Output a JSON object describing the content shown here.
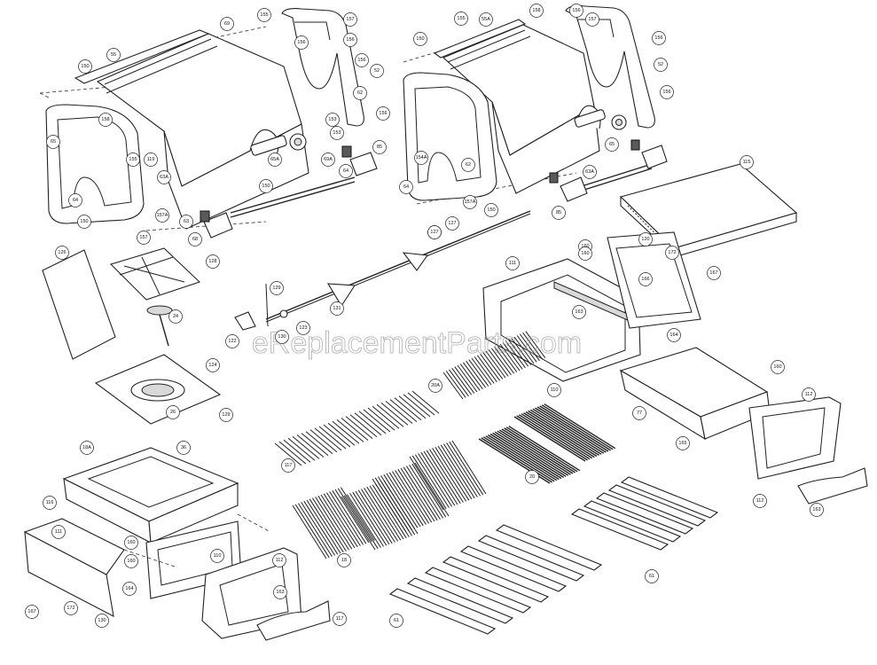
{
  "watermark": "eReplacementParts.com",
  "callouts": [
    {
      "id": "c1",
      "label": "69"
    },
    {
      "id": "c2",
      "label": "155"
    },
    {
      "id": "c3",
      "label": "156"
    },
    {
      "id": "c4",
      "label": "157"
    },
    {
      "id": "c5",
      "label": "150"
    },
    {
      "id": "c6",
      "label": "55"
    },
    {
      "id": "c7",
      "label": "158"
    },
    {
      "id": "c8",
      "label": "156"
    },
    {
      "id": "c9",
      "label": "52"
    },
    {
      "id": "c10",
      "label": "156"
    },
    {
      "id": "c11",
      "label": "153"
    },
    {
      "id": "c12",
      "label": "156"
    },
    {
      "id": "c13",
      "label": "62"
    },
    {
      "id": "c14",
      "label": "119"
    },
    {
      "id": "c15",
      "label": "155"
    },
    {
      "id": "c16",
      "label": "153"
    },
    {
      "id": "c17",
      "label": "64"
    },
    {
      "id": "c18",
      "label": "65"
    },
    {
      "id": "c19",
      "label": "63A"
    },
    {
      "id": "c20",
      "label": "157A"
    },
    {
      "id": "c21",
      "label": "63"
    },
    {
      "id": "c22",
      "label": "85"
    },
    {
      "id": "c23",
      "label": "150"
    },
    {
      "id": "c24",
      "label": "64"
    },
    {
      "id": "c25",
      "label": "68"
    },
    {
      "id": "c26",
      "label": "157"
    },
    {
      "id": "c27",
      "label": "150"
    },
    {
      "id": "c28",
      "label": "65A"
    },
    {
      "id": "c29",
      "label": "69A"
    },
    {
      "id": "c30",
      "label": "155"
    },
    {
      "id": "c31",
      "label": "158"
    },
    {
      "id": "c32",
      "label": "156"
    },
    {
      "id": "c33",
      "label": "150"
    },
    {
      "id": "c34",
      "label": "55A"
    },
    {
      "id": "c35",
      "label": "157"
    },
    {
      "id": "c36",
      "label": "52"
    },
    {
      "id": "c37",
      "label": "156"
    },
    {
      "id": "c38",
      "label": "156"
    },
    {
      "id": "c39",
      "label": "154A"
    },
    {
      "id": "c40",
      "label": "62"
    },
    {
      "id": "c41",
      "label": "157A"
    },
    {
      "id": "c42",
      "label": "150"
    },
    {
      "id": "c43",
      "label": "64"
    },
    {
      "id": "c44",
      "label": "65"
    },
    {
      "id": "c45",
      "label": "63A"
    },
    {
      "id": "c46",
      "label": "85"
    },
    {
      "id": "c47",
      "label": "115"
    },
    {
      "id": "c48",
      "label": "126"
    },
    {
      "id": "c49",
      "label": "128"
    },
    {
      "id": "c50",
      "label": "127"
    },
    {
      "id": "c51",
      "label": "125"
    },
    {
      "id": "c52",
      "label": "129"
    },
    {
      "id": "c53",
      "label": "130"
    },
    {
      "id": "c54",
      "label": "122"
    },
    {
      "id": "c55",
      "label": "131"
    },
    {
      "id": "c56",
      "label": "24"
    },
    {
      "id": "c57",
      "label": "129"
    },
    {
      "id": "c58",
      "label": "124"
    },
    {
      "id": "c59",
      "label": "36"
    },
    {
      "id": "c60",
      "label": "123"
    },
    {
      "id": "c61",
      "label": "26"
    },
    {
      "id": "c62",
      "label": "127"
    },
    {
      "id": "c63",
      "label": "111"
    },
    {
      "id": "c64",
      "label": "160"
    },
    {
      "id": "c65",
      "label": "120"
    },
    {
      "id": "c66",
      "label": "172"
    },
    {
      "id": "c67",
      "label": "167"
    },
    {
      "id": "c68",
      "label": "160"
    },
    {
      "id": "c69",
      "label": "110"
    },
    {
      "id": "c70",
      "label": "163"
    },
    {
      "id": "c71",
      "label": "164"
    },
    {
      "id": "c72",
      "label": "166"
    },
    {
      "id": "c73",
      "label": "112"
    },
    {
      "id": "c74",
      "label": "160"
    },
    {
      "id": "c75",
      "label": "20A"
    },
    {
      "id": "c76",
      "label": "77"
    },
    {
      "id": "c77",
      "label": "165"
    },
    {
      "id": "c78",
      "label": "112"
    },
    {
      "id": "c79",
      "label": "163"
    },
    {
      "id": "c80",
      "label": "117"
    },
    {
      "id": "c81",
      "label": "20"
    },
    {
      "id": "c82",
      "label": "18A"
    },
    {
      "id": "c83",
      "label": "116"
    },
    {
      "id": "c84",
      "label": "111"
    },
    {
      "id": "c85",
      "label": "160"
    },
    {
      "id": "c86",
      "label": "160"
    },
    {
      "id": "c87",
      "label": "110"
    },
    {
      "id": "c88",
      "label": "112"
    },
    {
      "id": "c89",
      "label": "18"
    },
    {
      "id": "c90",
      "label": "61"
    },
    {
      "id": "c91",
      "label": "167"
    },
    {
      "id": "c92",
      "label": "172"
    },
    {
      "id": "c93",
      "label": "130"
    },
    {
      "id": "c94",
      "label": "164"
    },
    {
      "id": "c95",
      "label": "163"
    },
    {
      "id": "c96",
      "label": "117"
    },
    {
      "id": "c97",
      "label": "61"
    }
  ]
}
